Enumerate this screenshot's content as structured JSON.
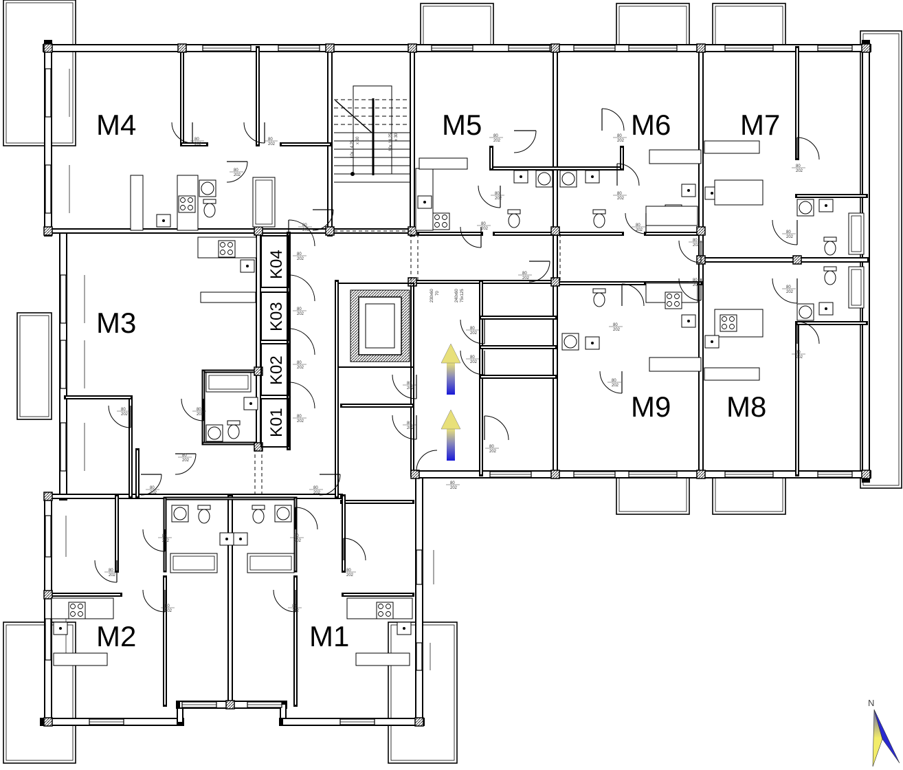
{
  "plan": {
    "apartments": [
      {
        "id": "m4",
        "label": "M4"
      },
      {
        "id": "m5",
        "label": "M5"
      },
      {
        "id": "m6",
        "label": "M6"
      },
      {
        "id": "m7",
        "label": "M7"
      },
      {
        "id": "m3",
        "label": "M3"
      },
      {
        "id": "m9",
        "label": "M9"
      },
      {
        "id": "m8",
        "label": "M8"
      },
      {
        "id": "m2",
        "label": "M2"
      },
      {
        "id": "m1",
        "label": "M1"
      }
    ],
    "storage": [
      {
        "id": "k04",
        "label": "K04"
      },
      {
        "id": "k03",
        "label": "K03"
      },
      {
        "id": "k02",
        "label": "K02"
      },
      {
        "id": "k01",
        "label": "K01"
      }
    ],
    "door_label": {
      "width": "80",
      "height": "202"
    },
    "stair_labels": {
      "flight_1": "10x 14,25",
      "flight_1_b": "x 30",
      "flight_2": "10x 14,25",
      "flight_2_b": "x 30"
    },
    "corridor_labels": {
      "a": "230x60",
      "a_b": "70",
      "b": "240x60",
      "b_b": "75x125"
    },
    "compass": {
      "label": "N"
    },
    "colors": {
      "arrow_top": "#e8e07a",
      "arrow_bottom": "#1a1ad8",
      "compass_yellow": "#f2ec6a",
      "compass_blue": "#2a2ad0"
    }
  }
}
